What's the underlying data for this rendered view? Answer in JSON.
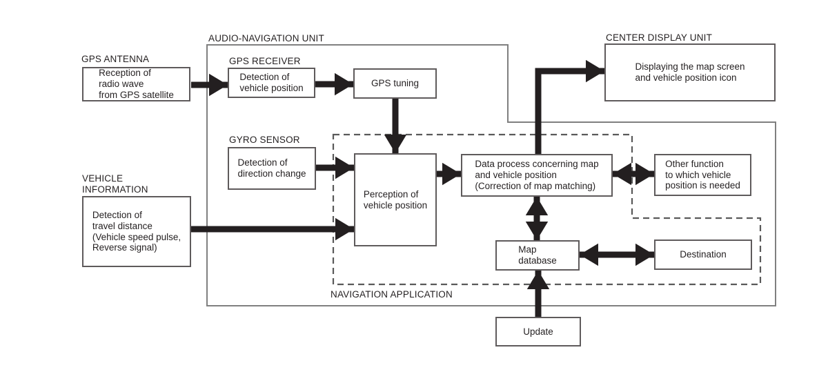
{
  "labels": {
    "gps_antenna": "GPS ANTENNA",
    "audio_navigation_unit": "AUDIO-NAVIGATION UNIT",
    "gps_receiver": "GPS RECEIVER",
    "gyro_sensor": "GYRO SENSOR",
    "vehicle_information": "VEHICLE\nINFORMATION",
    "center_display_unit": "CENTER DISPLAY UNIT",
    "navigation_application": "NAVIGATION APPLICATION"
  },
  "boxes": {
    "gps_antenna": "Reception of\nradio wave\nfrom GPS satellite",
    "gps_receiver": "Detection of\nvehicle position",
    "gps_tuning": "GPS tuning",
    "gyro_sensor": "Detection of\ndirection change",
    "vehicle_information": "Detection of\ntravel distance\n(Vehicle speed pulse,\nReverse signal)",
    "perception": "Perception of\nvehicle position",
    "data_process": "Data process concerning map\nand vehicle position\n(Correction of map matching)",
    "other_function": "Other function\nto which vehicle\nposition is needed",
    "map_database": "Map\ndatabase",
    "destination": "Destination",
    "update": "Update",
    "center_display": "Displaying the map screen\nand vehicle position icon"
  },
  "connections": [
    {
      "from": "gps_antenna",
      "to": "gps_receiver",
      "type": "arrow"
    },
    {
      "from": "gps_receiver",
      "to": "gps_tuning",
      "type": "arrow"
    },
    {
      "from": "gps_tuning",
      "to": "perception",
      "type": "arrow"
    },
    {
      "from": "gyro_sensor",
      "to": "perception",
      "type": "arrow"
    },
    {
      "from": "vehicle_information",
      "to": "perception",
      "type": "arrow"
    },
    {
      "from": "perception",
      "to": "data_process",
      "type": "arrow"
    },
    {
      "from": "data_process",
      "to": "other_function",
      "type": "double-arrow"
    },
    {
      "from": "data_process",
      "to": "map_database",
      "type": "double-arrow"
    },
    {
      "from": "map_database",
      "to": "destination",
      "type": "double-arrow"
    },
    {
      "from": "update",
      "to": "map_database",
      "type": "arrow"
    },
    {
      "from": "data_process",
      "to": "center_display",
      "type": "arrow"
    }
  ],
  "colors": {
    "arrow": "#231f20",
    "box_border": "#5e5a5b",
    "container_border": "#7f7f7f",
    "dashed_border": "#595959",
    "text": "#231f20",
    "background": "#ffffff"
  }
}
